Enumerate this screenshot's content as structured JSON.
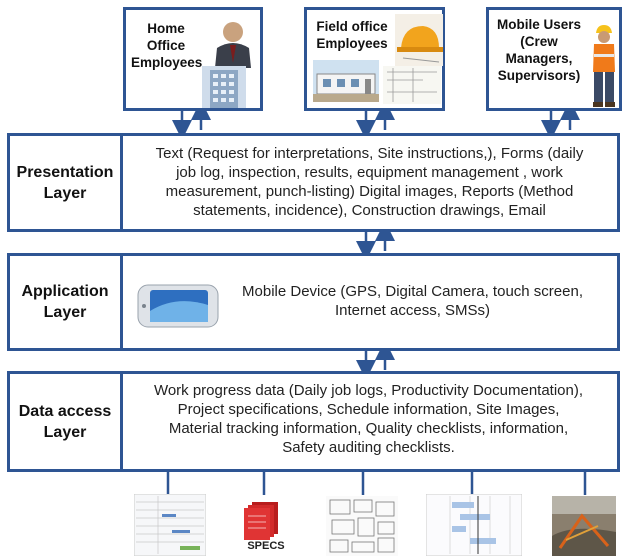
{
  "actors": {
    "home_office": {
      "line1": "Home",
      "line2": "Office",
      "line3": "Employees"
    },
    "field_office": {
      "line1": "Field office",
      "line2": "Employees"
    },
    "mobile_users": {
      "line1": "Mobile Users",
      "line2": "(Crew",
      "line3": "Managers,",
      "line4": "Supervisors)"
    }
  },
  "layers": {
    "presentation": {
      "label_line1": "Presentation",
      "label_line2": "Layer",
      "text_line1": "Text (Request for interpretations, Site instructions,),  Forms (daily",
      "text_line2": "job log, inspection, results, equipment management ,  work",
      "text_line3": "measurement, punch-listing) Digital images, Reports (Method",
      "text_line4": "statements, incidence), Construction drawings, Email"
    },
    "application": {
      "label_line1": "Application",
      "label_line2": "Layer",
      "text_line1": "Mobile Device (GPS, Digital Camera, touch  screen,",
      "text_line2": "Internet access, SMSs)"
    },
    "data_access": {
      "label_line1": "Data access",
      "label_line2": "Layer",
      "text_line1": "Work progress data (Daily job logs, Productivity Documentation),",
      "text_line2": "Project specifications, Schedule information, Site Images,",
      "text_line3": "Material tracking information, Quality checklists, information,",
      "text_line4": "Safety auditing checklists."
    }
  },
  "bottom_icons": {
    "specs_label": "SPECS"
  },
  "colors": {
    "border": "#2e5593",
    "arrow": "#2e5593"
  }
}
